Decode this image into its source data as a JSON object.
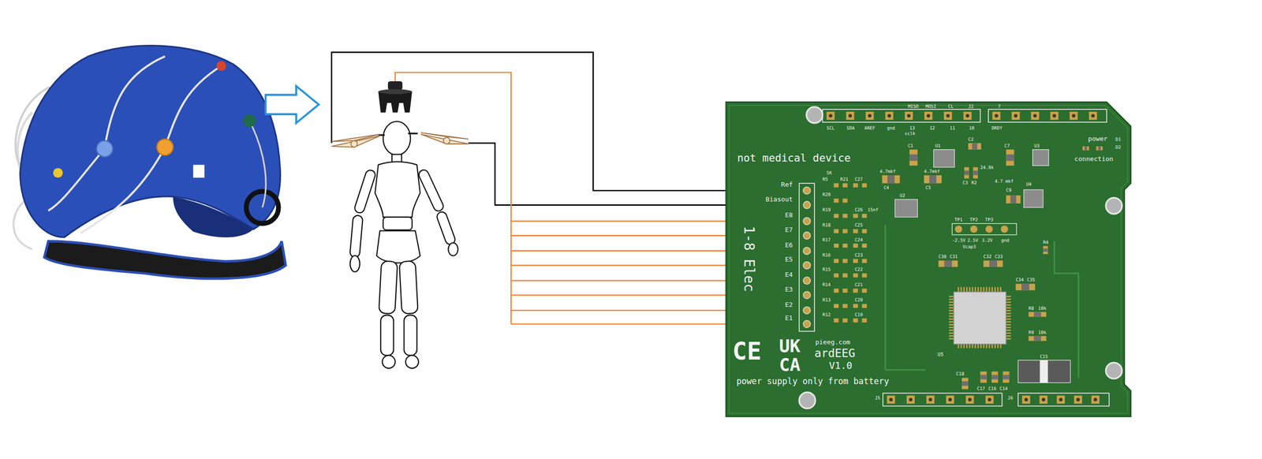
{
  "diagram": {
    "nodes": [
      {
        "text": [
          "not medical device",
          "1-8 Elec",
          "pieeg.com",
          "ardEEG",
          "V1.0",
          "power supply only from battery",
          "power",
          "connection"
        ]
      }
    ],
    "labels": [
      "Ref",
      "Biasout",
      "E8",
      "E7",
      "E6",
      "E5",
      "E4",
      "E3",
      "E2",
      "E1",
      "CE",
      "UK",
      "CA",
      "SCL",
      "SDA",
      "AREF",
      "gnd",
      "13",
      "12",
      "11",
      "10",
      "sclk",
      "MISO",
      "MOSI",
      "CL",
      "J2",
      "7",
      "DRDY",
      "5K",
      "R5",
      "R21",
      "C27",
      "R20",
      "R19",
      "C26",
      "15nf",
      "R18",
      "C25",
      "R17",
      "C24",
      "R16",
      "C23",
      "R15",
      "C22",
      "R14",
      "C21",
      "R13",
      "C20",
      "R12",
      "C19",
      "C1",
      "U1",
      "C2",
      "C7",
      "U3",
      "4.7mkf",
      "C4",
      "C5",
      "4.7mkf",
      "U2",
      "C3",
      "R2",
      "24.9k",
      "4.7 mkf",
      "C9",
      "U4",
      "TP1",
      "TP2",
      "TP3",
      "-2.5V",
      "2.5V",
      "3.2V",
      "gnd",
      "Vcap3",
      "C30",
      "C31",
      "C32",
      "C33",
      "C34",
      "C35",
      "R4",
      "R8",
      "10k",
      "R9",
      "10k",
      "U5",
      "C15",
      "C18",
      "C17",
      "C16",
      "C14",
      "J5",
      "J6",
      "D1",
      "D2"
    ]
  }
}
